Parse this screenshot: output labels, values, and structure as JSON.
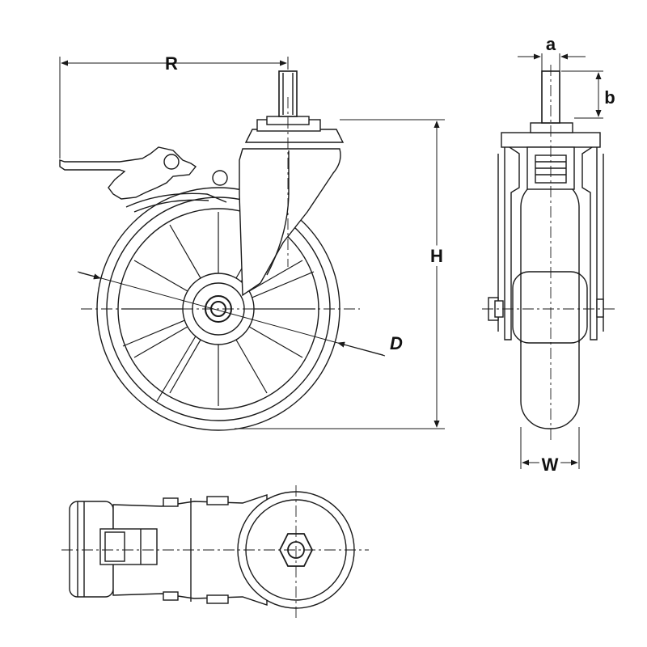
{
  "dimensions": {
    "R": "R",
    "H": "H",
    "D": "D",
    "a": "a",
    "b": "b",
    "W": "W"
  },
  "colors": {
    "line": "#1a1a1a",
    "fill": "#ffffff",
    "dim_line": "#222222"
  }
}
